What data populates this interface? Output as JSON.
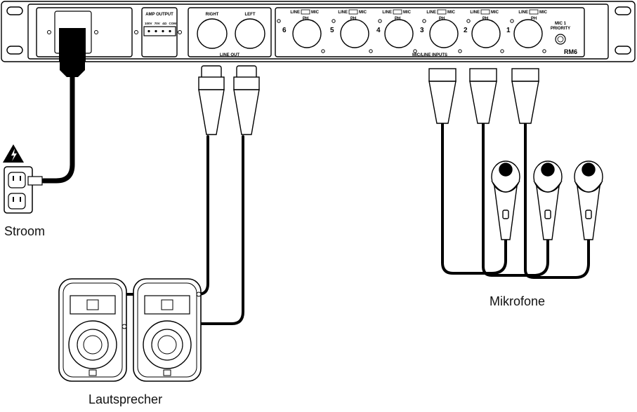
{
  "panel": {
    "amp_output_title": "AMP OUTPUT",
    "amp_terminals": [
      "100V",
      "70V",
      "4Ω",
      "COM"
    ],
    "line_out_channels": [
      "RIGHT",
      "LEFT"
    ],
    "line_out_label": "LINE OUT",
    "input_numbers": [
      "6",
      "5",
      "4",
      "3",
      "2",
      "1"
    ],
    "switch_line": "LINE",
    "switch_mic": "MIC",
    "switch_ph": "PH",
    "inputs_label": "MIC/LINE INPUTS",
    "priority_line1": "MIC 1",
    "priority_line2": "PRIORITY",
    "model": "RM6"
  },
  "labels": {
    "power": "Stroom",
    "speakers": "Lautsprecher",
    "microphones": "Mikrofone"
  }
}
